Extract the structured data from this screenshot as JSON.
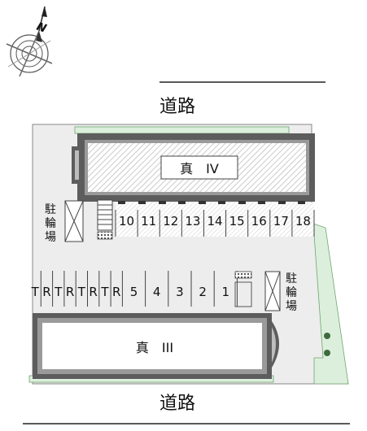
{
  "compass": {
    "north_label": "N",
    "icon": "compass-rose-icon"
  },
  "roads": {
    "top_label": "道路",
    "bottom_label": "道路"
  },
  "buildings": {
    "upper": {
      "label": "真　IV"
    },
    "lower": {
      "label": "真　III"
    }
  },
  "bike_parking": {
    "left_label": [
      "駐",
      "輪",
      "場"
    ],
    "right_label": [
      "駐",
      "輪",
      "場"
    ]
  },
  "upper_parking": {
    "spaces": [
      "10",
      "11",
      "12",
      "13",
      "14",
      "15",
      "16",
      "17",
      "18"
    ]
  },
  "lower_parking": {
    "spaces": [
      "T",
      "R",
      "T",
      "R",
      "T",
      "R",
      "T",
      "R",
      "5",
      "4",
      "3",
      "2",
      "1"
    ]
  },
  "colors": {
    "lot": "#ededed",
    "building_frame": "#6a6a6a",
    "building_hatch": "#c9c9c9",
    "greenery": "#dcefdc",
    "greenery_edge": "#6fa56f"
  }
}
